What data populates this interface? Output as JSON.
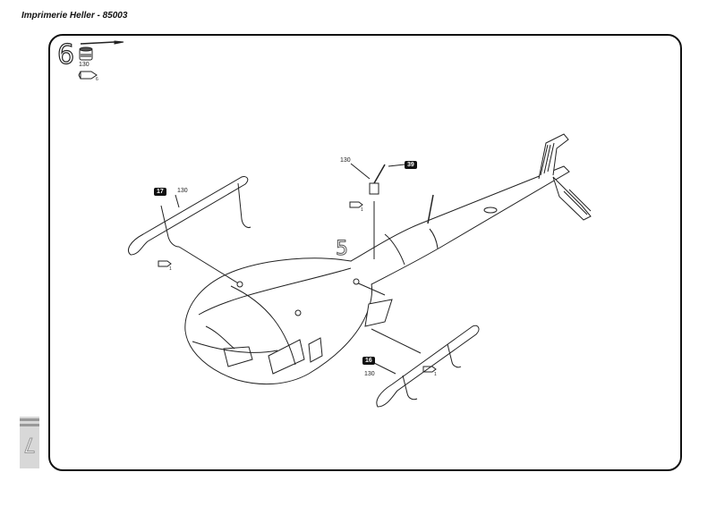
{
  "header": {
    "title": "Imprimerie Heller - 85003"
  },
  "step": {
    "number": "6"
  },
  "legend": {
    "paint_code": "130",
    "glue_qty": "6"
  },
  "assembly": {
    "sub_assembly": "5"
  },
  "parts": [
    {
      "part": "17",
      "paint": "130",
      "glue": "1"
    },
    {
      "part": "39",
      "paint": "130",
      "glue": "1"
    },
    {
      "part": "16",
      "paint": "130",
      "glue": "1"
    }
  ],
  "page": {
    "number": "7"
  },
  "colors": {
    "ink": "#111111",
    "tab": "#d8d8d8"
  }
}
